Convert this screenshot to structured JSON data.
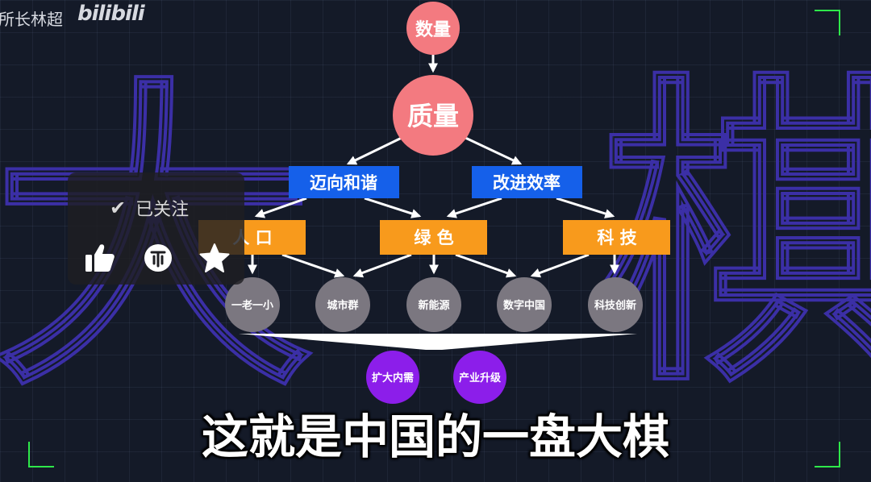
{
  "watermark": {
    "channel": "所长林超",
    "logo": "bilibili"
  },
  "background": {
    "left_char": "大",
    "right_char": "棋"
  },
  "diagram": {
    "top": "数量",
    "center": "质量",
    "level2": [
      "迈向和谐",
      "改进效率"
    ],
    "level3": [
      "人 口",
      "绿 色",
      "科 技"
    ],
    "level4": [
      "一老一小",
      "城市群",
      "新能源",
      "数字中国",
      "科技创新"
    ],
    "level5": [
      "扩大内需",
      "产业升级"
    ]
  },
  "colors": {
    "pink": "#f37a80",
    "blue": "#1560ea",
    "orange": "#f89a1c",
    "gray": "#7b7780",
    "purple": "#8c1eea",
    "outline": "#3b2fa6",
    "corner": "#2ee84a"
  },
  "follow_panel": {
    "status": "已关注",
    "icons": [
      "check-icon",
      "thumbs-up-icon",
      "coin-icon",
      "star-icon"
    ]
  },
  "caption": "这就是中国的一盘大棋"
}
